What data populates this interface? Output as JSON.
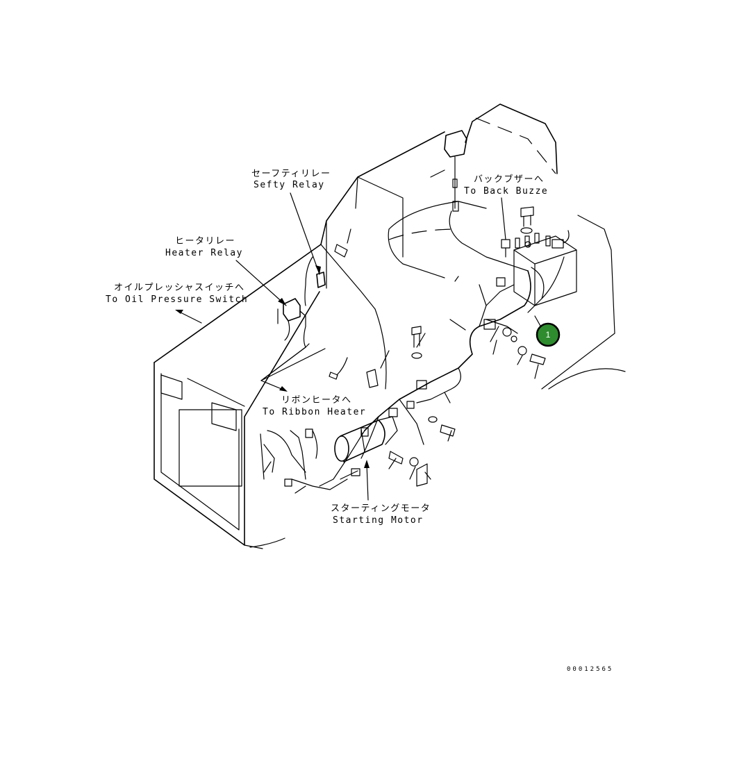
{
  "labels": {
    "sefty_relay_jp": "セーフティリレー",
    "sefty_relay_en": "Sefty Relay",
    "back_buzzer_jp": "バックブザーへ",
    "back_buzzer_en": "To Back Buzze",
    "heater_relay_jp": "ヒータリレー",
    "heater_relay_en": "Heater Relay",
    "oil_pressure_jp": "オイルプレッシャスイッチへ",
    "oil_pressure_en": "To Oil Pressure Switch",
    "ribbon_heater_jp": "リボンヒータへ",
    "ribbon_heater_en": "To Ribbon Heater",
    "starting_motor_jp": "スターティングモータ",
    "starting_motor_en": "Starting Motor"
  },
  "callout": {
    "number": "1",
    "color": "#2e8b2e"
  },
  "document_id": "00012565"
}
